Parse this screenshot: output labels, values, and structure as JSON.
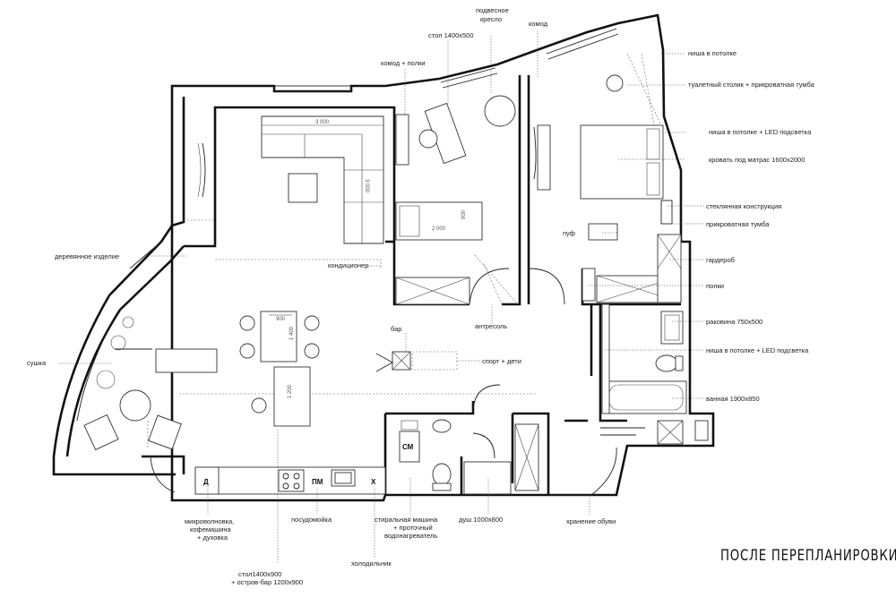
{
  "caption": "ПОСЛЕ ПЕРЕПЛАНИРОВКИ",
  "labels": {
    "podvesnoe_kreslo": [
      "подвесное",
      "кресло"
    ],
    "komod_top": "комод",
    "stol_1400x500": "стол 1400х500",
    "komod_polki": "комод + полки",
    "nisha_v_potolke": "ниша в потолке",
    "tualetny_stolik": "туалетный столик + прикроватная тумба",
    "nisha_led_1": "ниша в потолке + LED подсветка",
    "krovat": "кровать под матрас 1600х2000",
    "steklyannaya": "стеклянная конструкция",
    "prikrovatnaya": "прикроватная тумба",
    "puf": "пуф",
    "garderob": "гардероб",
    "polki": "полки",
    "rakovina": "раковина 750х500",
    "nisha_led_2": "ниша в потолке + LED подсветка",
    "vannaya": "ванная 1900х850",
    "derevyannoe": "деревянное изделие",
    "konditsioner": "кондиционер",
    "antresol": "антресоль",
    "bar": "бар",
    "sport_deti": "спорт + дети",
    "sushka": "сушка",
    "mikrovolnovka": [
      "микроволновка,",
      "кофемашина",
      "+ духовка"
    ],
    "posudomoyka": "посудомойка",
    "stiralnaya": [
      "стиральная машина",
      "+ проточный",
      "водонагреватель"
    ],
    "dush": "душ 1000х800",
    "hranenie_obuvi": "хранение обуви",
    "holodilnik": "холодильник",
    "stol_ostrov": [
      "стол1400х900",
      "+ остров-бар 1200х900"
    ]
  },
  "dimensions": {
    "sofa_width": "3 000",
    "sofa_depth": "3 000",
    "bed_length": "2 000",
    "bed_width": "900",
    "table_width": "900",
    "table_length": "1 400",
    "island_length": "1 200"
  },
  "appliances": {
    "d": "Д",
    "pm": "ПМ",
    "x": "Х",
    "sm": "СМ"
  }
}
